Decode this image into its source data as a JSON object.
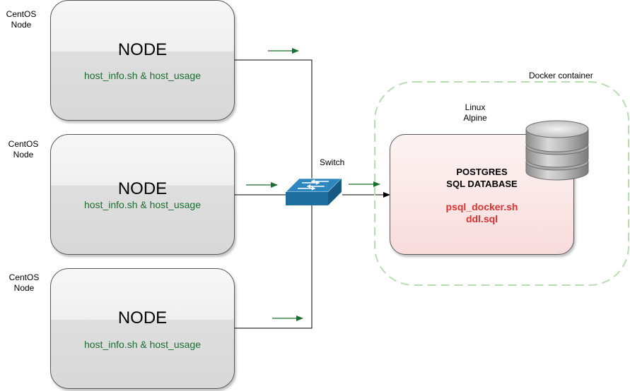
{
  "nodes": [
    {
      "side_label_line1": "CentOS",
      "side_label_line2": "Node",
      "title": "NODE",
      "scripts": "host_info.sh & host_usage"
    },
    {
      "side_label_line1": "CentOS",
      "side_label_line2": "Node",
      "title": "NODE",
      "scripts": "host_info.sh & host_usage"
    },
    {
      "side_label_line1": "CentOS",
      "side_label_line2": "Node",
      "title": "NODE",
      "scripts": "host_info.sh & host_usage"
    }
  ],
  "switch": {
    "label": "Switch",
    "icon": "network-switch-icon"
  },
  "docker": {
    "label": "Docker container",
    "border_color": "#b7deb0"
  },
  "linux": {
    "line1": "Linux",
    "line2": "Alpine"
  },
  "database": {
    "title_line1": "POSTGRES",
    "title_line2": "SQL DATABASE",
    "file1": "psql_docker.sh",
    "file2": "ddl.sql",
    "icon": "database-cylinder-icon"
  },
  "colors": {
    "flow_arrow": "#1a6e2e",
    "script_text": "#1a6e2e",
    "db_file_text": "#e03030",
    "switch_blue": "#1f6ea0"
  }
}
